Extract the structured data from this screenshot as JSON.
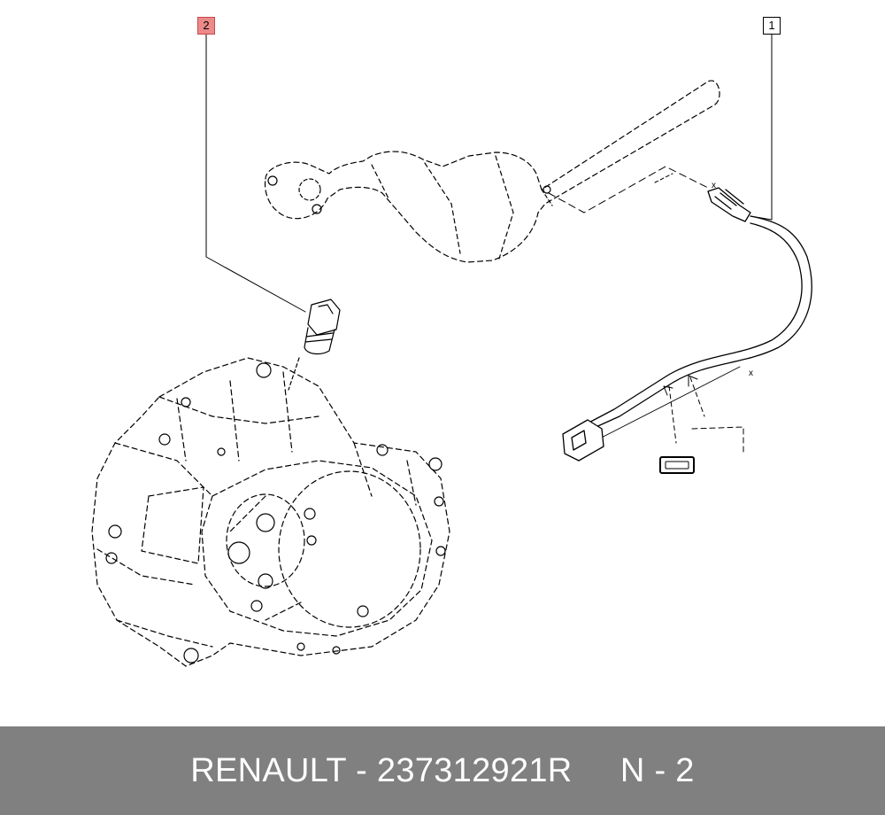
{
  "callouts": {
    "part1": "1",
    "part2": "2"
  },
  "annotations": {
    "mark_x_upper": "x",
    "mark_x_lower": "x"
  },
  "footer": {
    "brand": "RENAULT",
    "separator": " - ",
    "part_number": "237312921R",
    "gap": "     ",
    "ref": "N - 2"
  },
  "colors": {
    "footer_bg": "#808080",
    "highlight": "#ec8a8a",
    "line": "#000000"
  }
}
